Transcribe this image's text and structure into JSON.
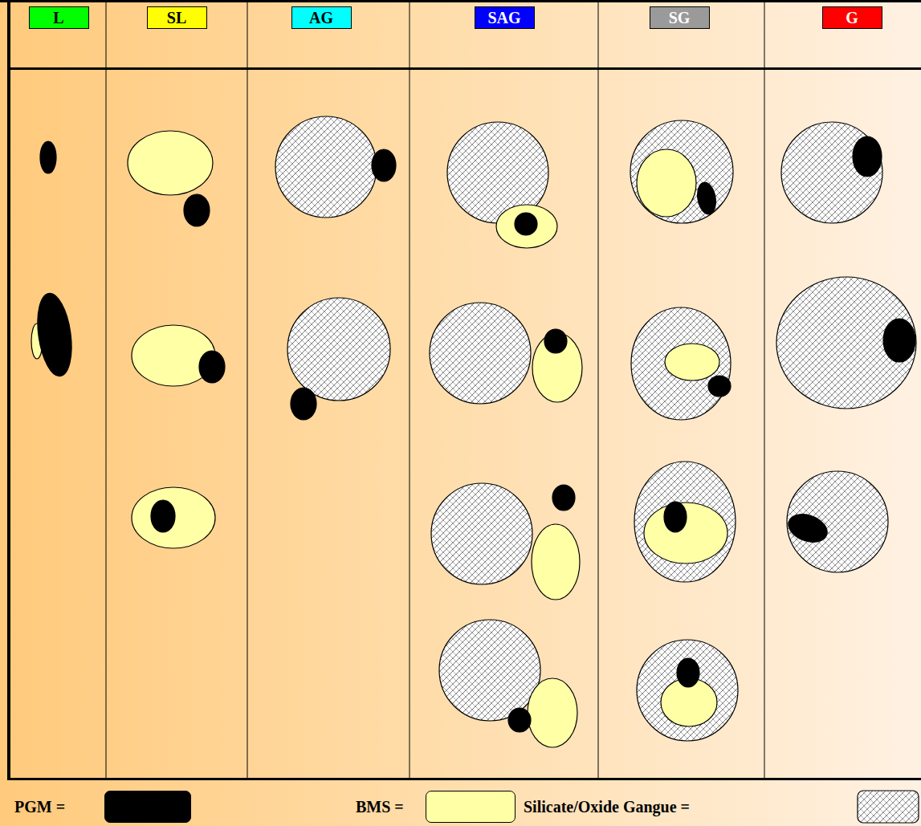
{
  "diagram": {
    "nodes": [
      {
        "text": [
          "L"
        ]
      },
      {
        "text": [
          "SL"
        ]
      },
      {
        "text": [
          "AG"
        ]
      },
      {
        "text": [
          "SAG"
        ]
      },
      {
        "text": [
          "SG"
        ]
      },
      {
        "text": [
          "G"
        ]
      }
    ],
    "legend": [
      {
        "text": "PGM =",
        "color": "#000000"
      },
      {
        "text": "BMS =",
        "color": "#ffffa6"
      },
      {
        "text": "Silicate/Oxide Gangue ="
      }
    ]
  }
}
